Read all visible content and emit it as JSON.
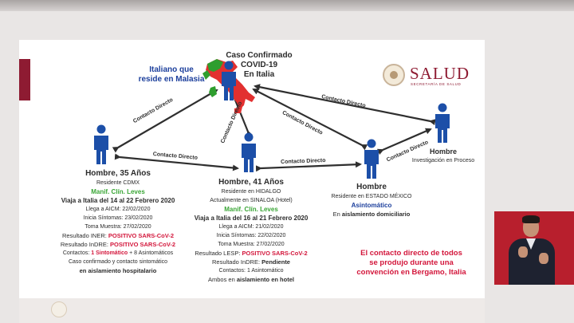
{
  "brand": {
    "name": "SALUD",
    "subtitle": "SECRETARÍA DE SALUD"
  },
  "colors": {
    "blue": "#1c3f9c",
    "green": "#3aa636",
    "red": "#d3163b",
    "brand": "#8e1b32",
    "arrow": "#2f2f2f"
  },
  "icons": {
    "person": "person-icon",
    "map": "italy-map-icon",
    "seal": "seal-icon"
  },
  "confirmed_case": {
    "title_1": "Caso Confirmado",
    "title_2": "COVID-19",
    "title_3": "En Italia"
  },
  "italian": {
    "line1": "Italiano que",
    "line2": "reside en Malasia"
  },
  "contacts": {
    "c1": "Contacto Directo",
    "c2": "Contacto Directo",
    "c3": "Contacto Directo",
    "c4": "Contacto Directo",
    "c5": "Contacto Directo",
    "c6": "Contacto Directo",
    "c7": "Contacto Directo"
  },
  "man35": {
    "title": "Hombre, 35 Años",
    "residence": "Residente CDMX",
    "clinical": "Manif. Clín. Leves",
    "trip": "Viaja a Italia del 14 al 22 Febrero 2020",
    "arrival": "Llega a AICM: 22/02/2020",
    "symptoms": "Inicia Síntomas: 23/02/2020",
    "sample": "Toma Muestra: 27/02/2020",
    "iner_label": "Resultado INER:",
    "iner_value": "POSITIVO SARS-CoV-2",
    "indre_label": "Resultado InDRE:",
    "indre_value": "POSITIVO SARS-CoV-2",
    "contacts_label": "Contactos:",
    "contacts_symp": "1 Sintomático",
    "contacts_rest": "+ 8 Asintomáticos",
    "note": "Caso confirmado y contacto sintomático",
    "isolation": "en aislamiento hospitalario"
  },
  "man41": {
    "title": "Hombre, 41 Años",
    "residence": "Residente en HIDALGO",
    "current": "Actualmente en SINALOA (Hotel)",
    "clinical": "Manif. Clín. Leves",
    "trip": "Viaja a Italia del 16 al 21 Febrero 2020",
    "arrival": "Llega a AICM: 21/02/2020",
    "symptoms": "Inicia Síntomas: 22/02/2020",
    "sample": "Toma Muestra: 27/02/2020",
    "lesp_label": "Resultado LESP:",
    "lesp_value": "POSITIVO SARS-CoV-2",
    "indre_label": "Resultado InDRE:",
    "indre_value": "Pendiente",
    "contacts": "Contactos: 1 Asintomático",
    "isolation_prefix": "Ambos en",
    "isolation": "aislamiento en hotel"
  },
  "man_edomex": {
    "title": "Hombre",
    "residence": "Residente en ESTADO MÉXICO",
    "status": "Asintomático",
    "isolation_prefix": "En",
    "isolation": "aislamiento domiciliario"
  },
  "man_investigation": {
    "title": "Hombre",
    "note": "Investigación en Proceso"
  },
  "footer_note": {
    "line1": "El contacto directo de todos",
    "line2": "se produjo durante una",
    "line3": "convención en Bergamo, Italia"
  }
}
